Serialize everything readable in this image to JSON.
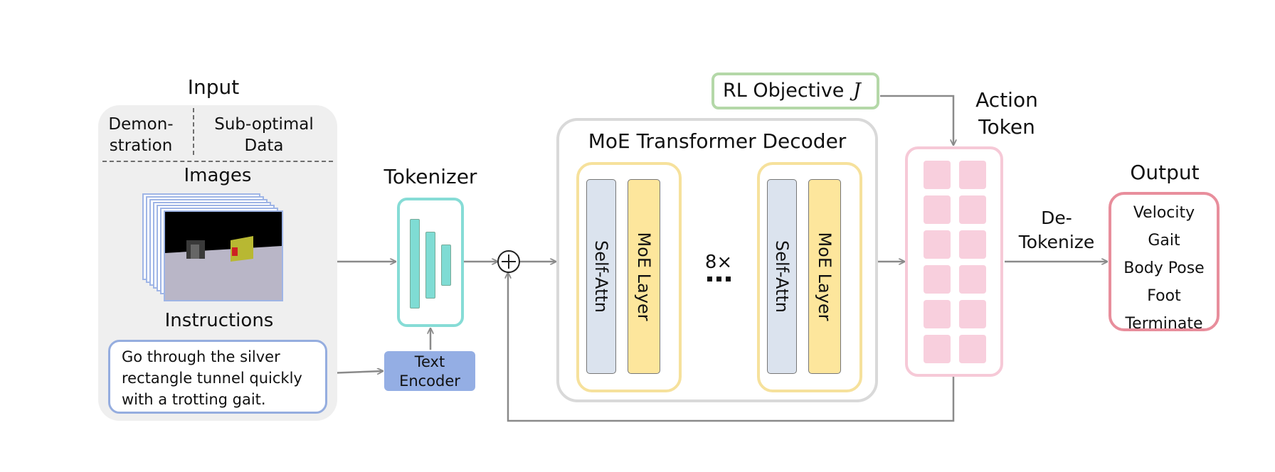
{
  "input": {
    "title": "Input",
    "demonstration": [
      "Demon-",
      "stration"
    ],
    "suboptimal": [
      "Sub-optimal",
      "Data"
    ],
    "images_label": "Images",
    "instructions_label": "Instructions",
    "instruction_text": [
      "Go through the silver",
      "rectangle tunnel quickly",
      "with a trotting gait."
    ]
  },
  "tokenizer": {
    "title": "Tokenizer"
  },
  "text_encoder": {
    "lines": [
      "Text",
      "Encoder"
    ]
  },
  "rl_objective": {
    "label": "RL Objective",
    "symbol": "J"
  },
  "decoder": {
    "title": "MoE Transformer Decoder",
    "self_attn": "Self-Attn",
    "moe_layer": "MoE Layer",
    "repeat": "8×"
  },
  "action_token": {
    "title": [
      "Action",
      "Token"
    ]
  },
  "detokenize": {
    "label": [
      "De-",
      "Tokenize"
    ]
  },
  "output": {
    "title": "Output",
    "items": [
      "Velocity",
      "Gait",
      "Body Pose",
      "Foot",
      "Terminate"
    ]
  },
  "colors": {
    "input_panel": "#efefef",
    "tokenizer_border": "#86dcd6",
    "tokenizer_bar": "#7fdcd4",
    "encoder": "#94aee4",
    "rl_border": "#b4d8a8",
    "decoder_border": "#d9d9d9",
    "block_border": "#f6e19c",
    "self_attn": "#dbe3ee",
    "moe_layer": "#fde69c",
    "action_border": "#f6c9d7",
    "action_cell": "#f8cfdd",
    "output_border": "#e88e9c",
    "instruction_border": "#95addf",
    "arrow": "#8a8a8a"
  }
}
